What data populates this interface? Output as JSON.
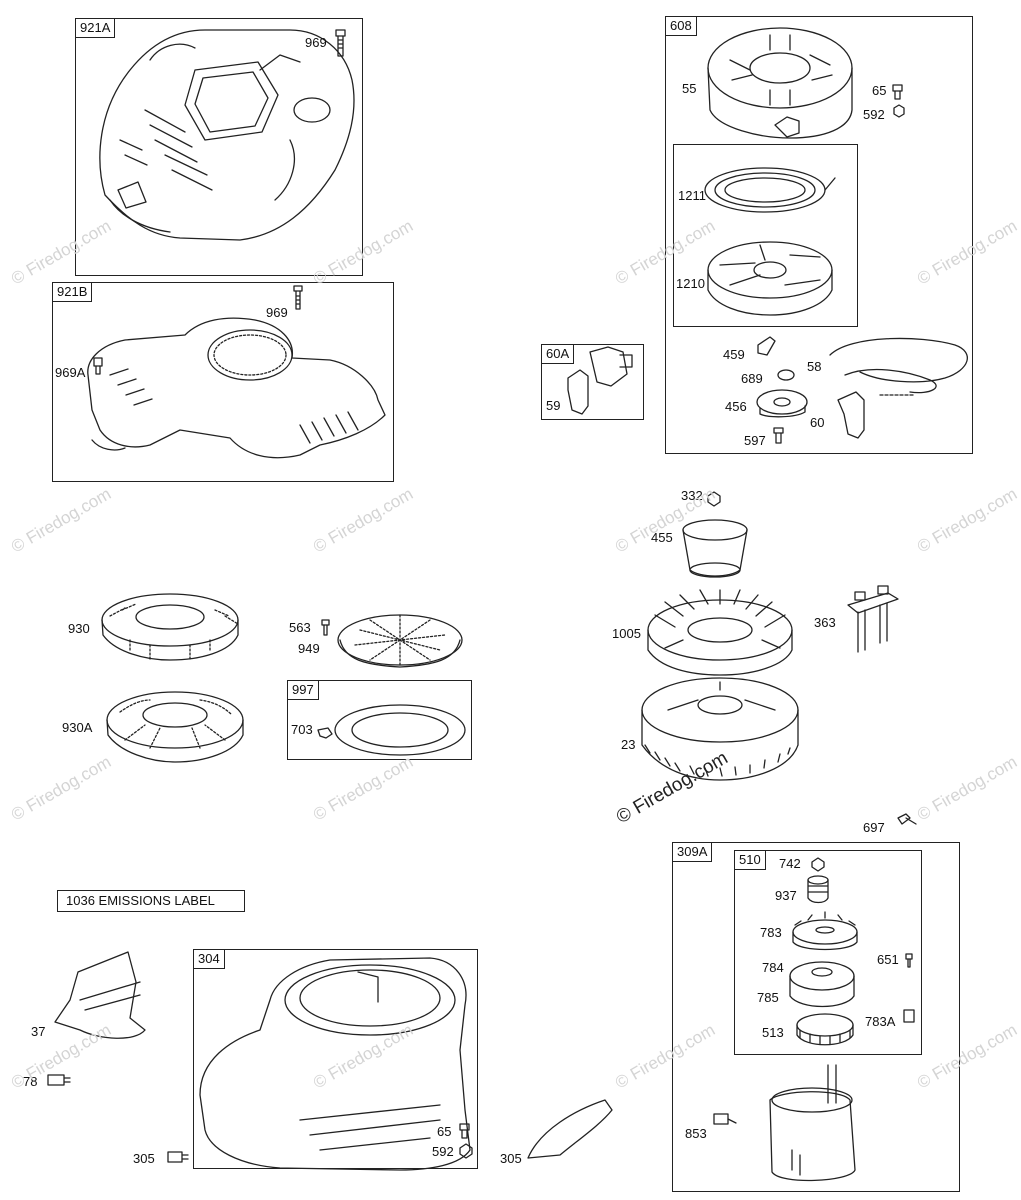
{
  "watermark": "© Firedog.com",
  "emissions_label": "1036 EMISSIONS LABEL",
  "groups": {
    "g921A": "921A",
    "g921B": "921B",
    "g608": "608",
    "g60A": "60A",
    "g997": "997",
    "g304": "304",
    "g309A": "309A",
    "g510": "510"
  },
  "parts": {
    "p969a": "969",
    "p969b": "969",
    "p969A": "969A",
    "p55": "55",
    "p65a": "65",
    "p592a": "592",
    "p1211": "1211",
    "p1210": "1210",
    "p459": "459",
    "p58": "58",
    "p689": "689",
    "p456": "456",
    "p60": "60",
    "p597": "597",
    "p59": "59",
    "p332": "332",
    "p455": "455",
    "p1005": "1005",
    "p363": "363",
    "p23": "23",
    "p930": "930",
    "p563": "563",
    "p949": "949",
    "p930A": "930A",
    "p703": "703",
    "p697": "697",
    "p742": "742",
    "p937": "937",
    "p783": "783",
    "p651": "651",
    "p784": "784",
    "p785": "785",
    "p783A": "783A",
    "p513": "513",
    "p853": "853",
    "p37": "37",
    "p78": "78",
    "p305": "305",
    "p65b": "65",
    "p592b": "592",
    "p305b": "305"
  }
}
